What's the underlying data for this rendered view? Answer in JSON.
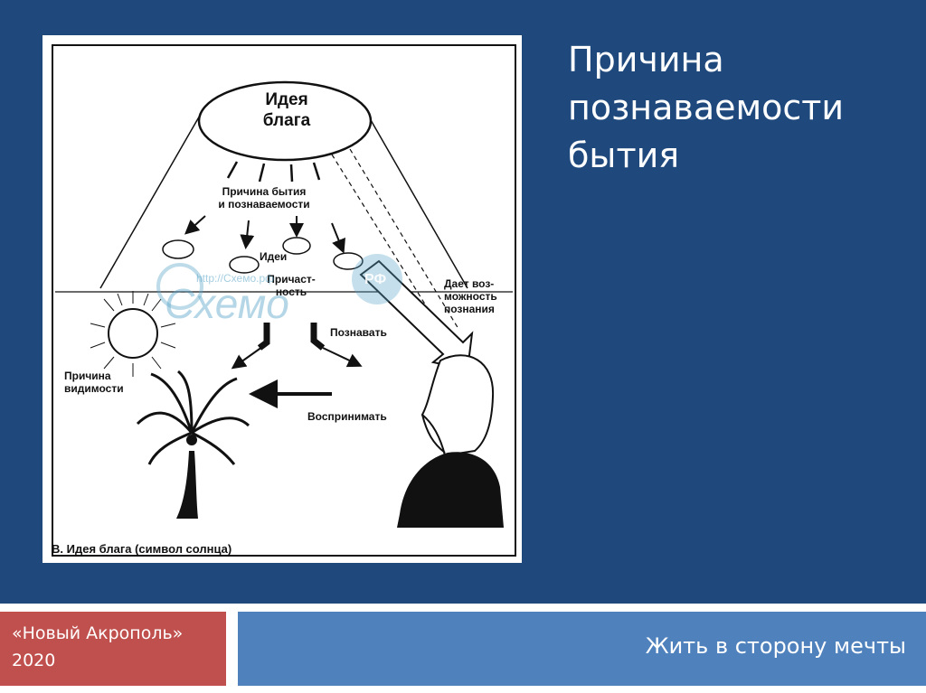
{
  "slide": {
    "title_lines": [
      "Причина",
      "познаваемости",
      "бытия"
    ],
    "footer": {
      "left_lines": [
        "«Новый Акрополь»",
        "2020"
      ],
      "right_text": "Жить в сторону мечты"
    },
    "colors": {
      "background": "#1f497d",
      "footer_left": "#c0504d",
      "footer_right": "#4f81bd",
      "text": "#ffffff"
    }
  },
  "diagram": {
    "idea_lines": [
      "Идея",
      "блага"
    ],
    "cause_lines": [
      "Причина бытия",
      "и познаваемости"
    ],
    "ideas_label": "Идеи",
    "participation_lines": [
      "Причаст-",
      "ность"
    ],
    "know_label": "Познавать",
    "enables_lines": [
      "Дает воз-",
      "можность",
      "познания"
    ],
    "visibility_lines": [
      "Причина",
      "видимости"
    ],
    "perceive_label": "Воспринимать",
    "caption": "B. Идея блага (символ солнца)",
    "watermark": {
      "url": "http://Схемо.рф",
      "brand": "Схемо",
      "badge": "РФ",
      "color": "#5aa6c8"
    }
  }
}
